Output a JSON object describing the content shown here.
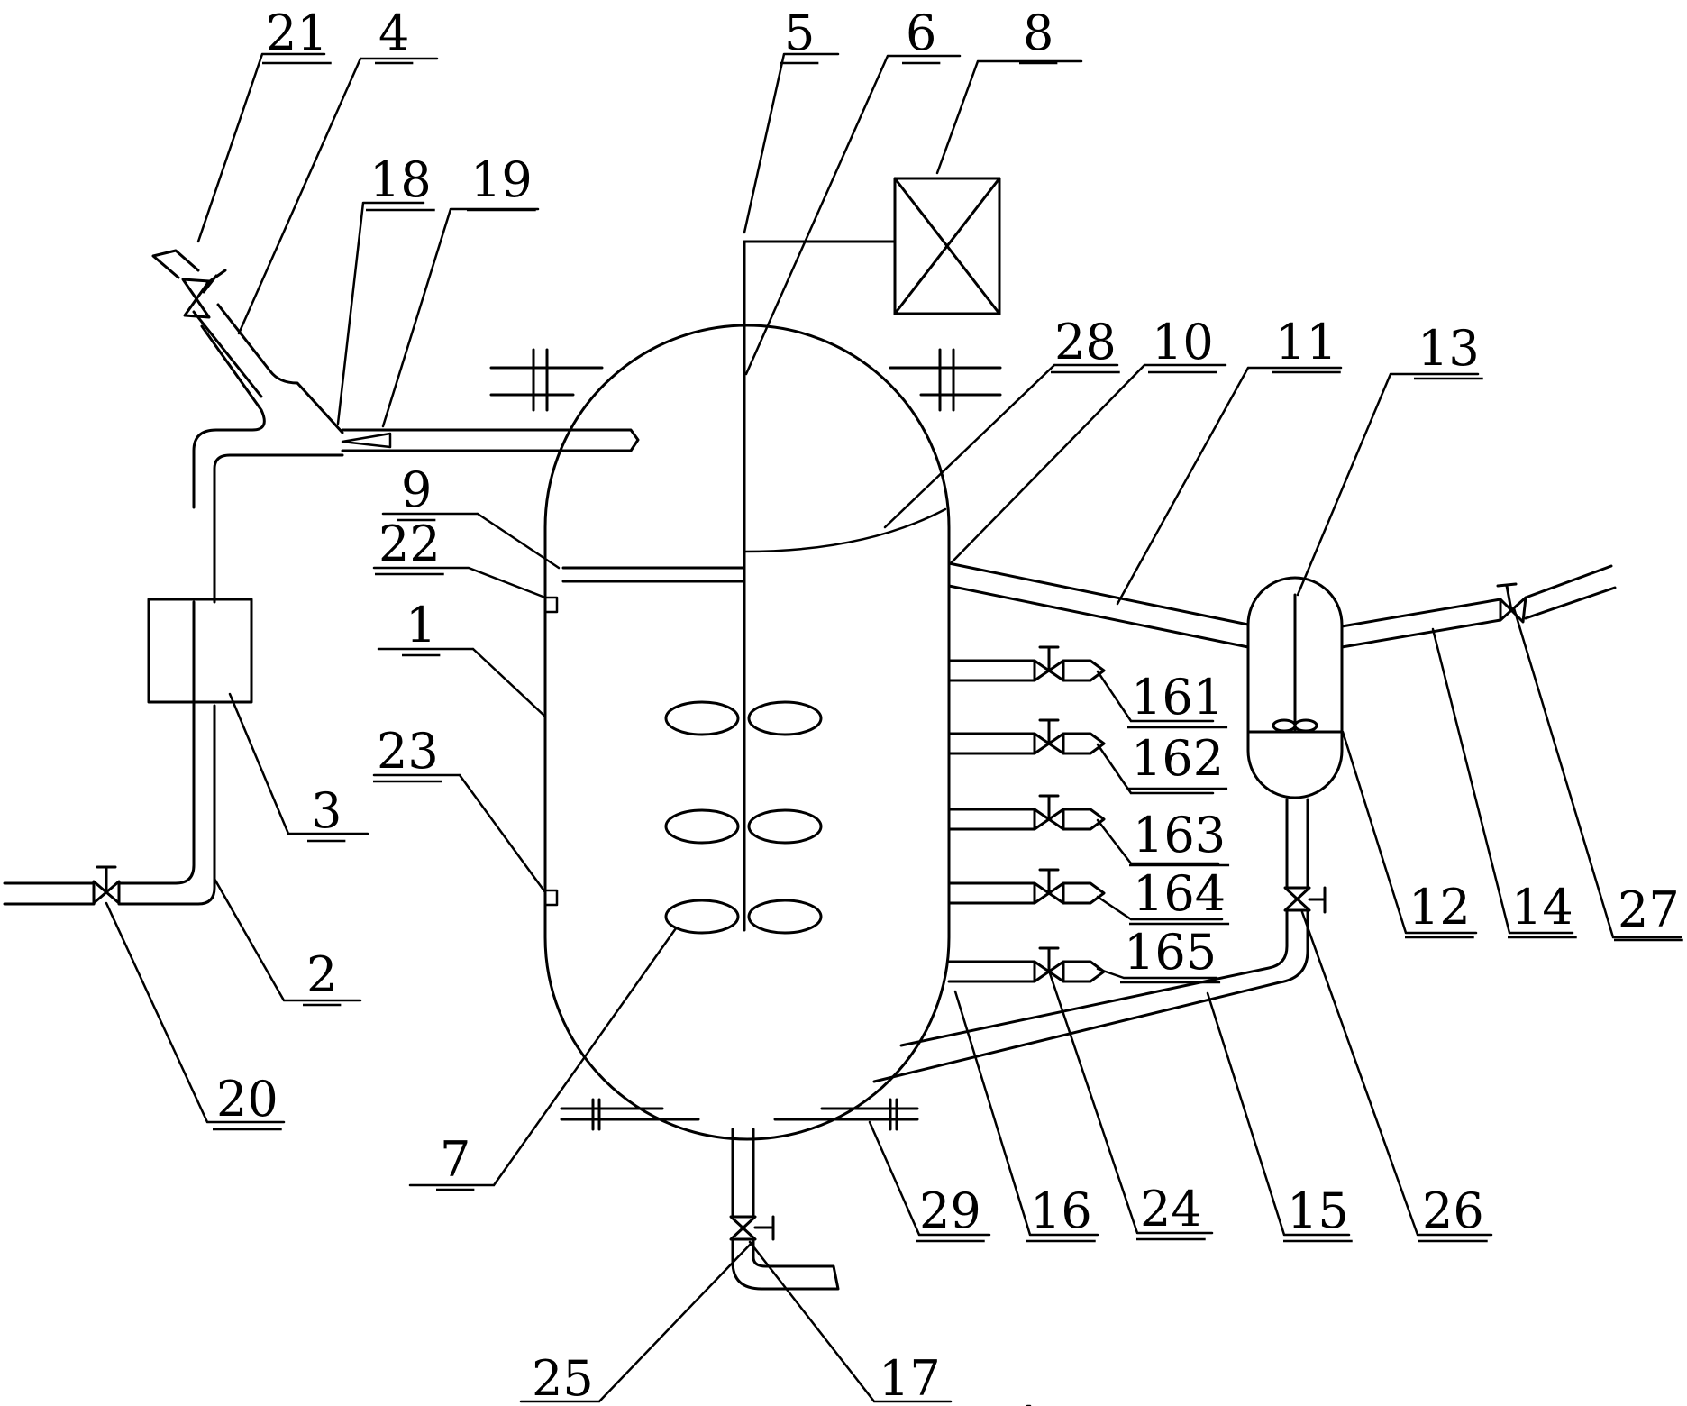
{
  "labels": {
    "l1": "1",
    "l2": "2",
    "l3": "3",
    "l4": "4",
    "l5": "5",
    "l6": "6",
    "l7": "7",
    "l8": "8",
    "l9": "9",
    "l10": "10",
    "l11": "11",
    "l12": "12",
    "l13": "13",
    "l14": "14",
    "l15": "15",
    "l16": "16",
    "l17": "17",
    "l18": "18",
    "l19": "19",
    "l20": "20",
    "l21": "21",
    "l22": "22",
    "l23": "23",
    "l24": "24",
    "l25": "25",
    "l26": "26",
    "l27": "27",
    "l28": "28",
    "l29": "29",
    "l161": "161",
    "l162": "162",
    "l163": "163",
    "l164": "164",
    "l165": "165"
  }
}
